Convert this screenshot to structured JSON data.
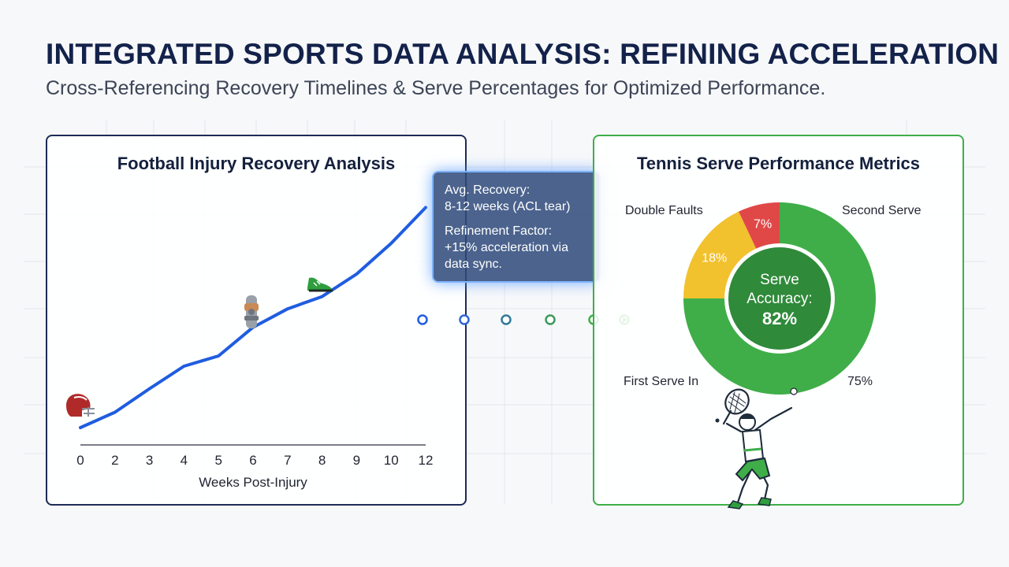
{
  "header": {
    "title": "INTEGRATED SPORTS DATA ANALYSIS: REFINING ACCELERATION",
    "subtitle": "Cross-Referencing Recovery Timelines & Serve Percentages for Optimized Performance."
  },
  "recovery_panel": {
    "title": "Football Injury Recovery Analysis",
    "icons": [
      "football-helmet-icon",
      "knee-brace-icon",
      "football-cleat-icon"
    ]
  },
  "tooltip": {
    "line1": "Avg. Recovery:",
    "line2": "8-12 weeks (ACL tear)",
    "line3": "Refinement Factor:",
    "line4": "+15% acceleration via",
    "line5": "data sync."
  },
  "serve_panel": {
    "title": "Tennis Serve Performance Metrics",
    "center_line1": "Serve",
    "center_line2": "Accuracy:",
    "center_value": "82%",
    "labels": {
      "double_faults": "Double Faults",
      "second_serve": "Second Serve",
      "first_serve": "First Serve In",
      "first_serve_pct": "75%"
    },
    "icons": [
      "tennis-player-icon"
    ]
  },
  "colors": {
    "navy": "#13224a",
    "line_blue": "#1f5de0",
    "green": "#3fae49",
    "dark_green": "#2f8a3a",
    "yellow": "#f2c12e",
    "red": "#e04848"
  },
  "chart_data": [
    {
      "type": "line",
      "title": "Football Injury Recovery Analysis",
      "xlabel": "Weeks Post-Injury",
      "ylabel": "",
      "categories": [
        "0",
        "2",
        "3",
        "4",
        "5",
        "6",
        "7",
        "8",
        "9",
        "10",
        "12"
      ],
      "series": [
        {
          "values": [
            0,
            1.5,
            3.8,
            6.0,
            7.0,
            9.8,
            11.6,
            12.8,
            15.0,
            18.0,
            21.5
          ]
        }
      ],
      "ylim": [
        0,
        22
      ],
      "grid": false,
      "legend": "none"
    },
    {
      "type": "pie",
      "title": "Tennis Serve Performance Metrics",
      "labels": [
        "First Serve In",
        "Double Faults",
        "Second Serve"
      ],
      "values": [
        75,
        18,
        7
      ],
      "value_labels": [
        "75%",
        "18%",
        "7%"
      ],
      "colors": [
        "#3fae49",
        "#f2c12e",
        "#e04848"
      ],
      "legend": "none"
    }
  ]
}
